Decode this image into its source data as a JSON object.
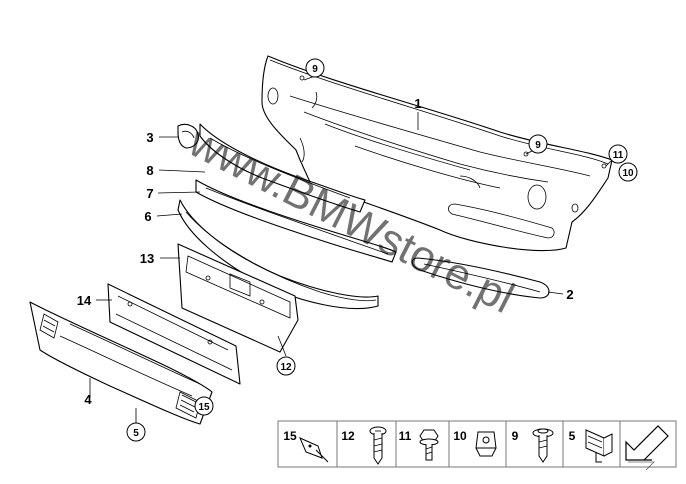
{
  "watermark": "www.BMWstore.pl",
  "callouts": {
    "p1": "1",
    "p2": "2",
    "p3": "3",
    "p4": "4",
    "p6": "6",
    "p7": "7",
    "p8": "8",
    "p13": "13",
    "p14": "14",
    "c5": "5",
    "c9a": "9",
    "c9b": "9",
    "c10": "10",
    "c11": "11",
    "c12": "12",
    "c15": "15"
  },
  "legend": {
    "items": [
      {
        "label": "15",
        "icon": "wire-clip-icon"
      },
      {
        "label": "12",
        "icon": "screw-icon"
      },
      {
        "label": "11",
        "icon": "hex-bolt-icon"
      },
      {
        "label": "10",
        "icon": "clip-nut-icon"
      },
      {
        "label": "9",
        "icon": "washer-screw-icon"
      },
      {
        "label": "5",
        "icon": "spring-clip-icon"
      }
    ],
    "arrow_icon": "direction-arrow-icon"
  }
}
